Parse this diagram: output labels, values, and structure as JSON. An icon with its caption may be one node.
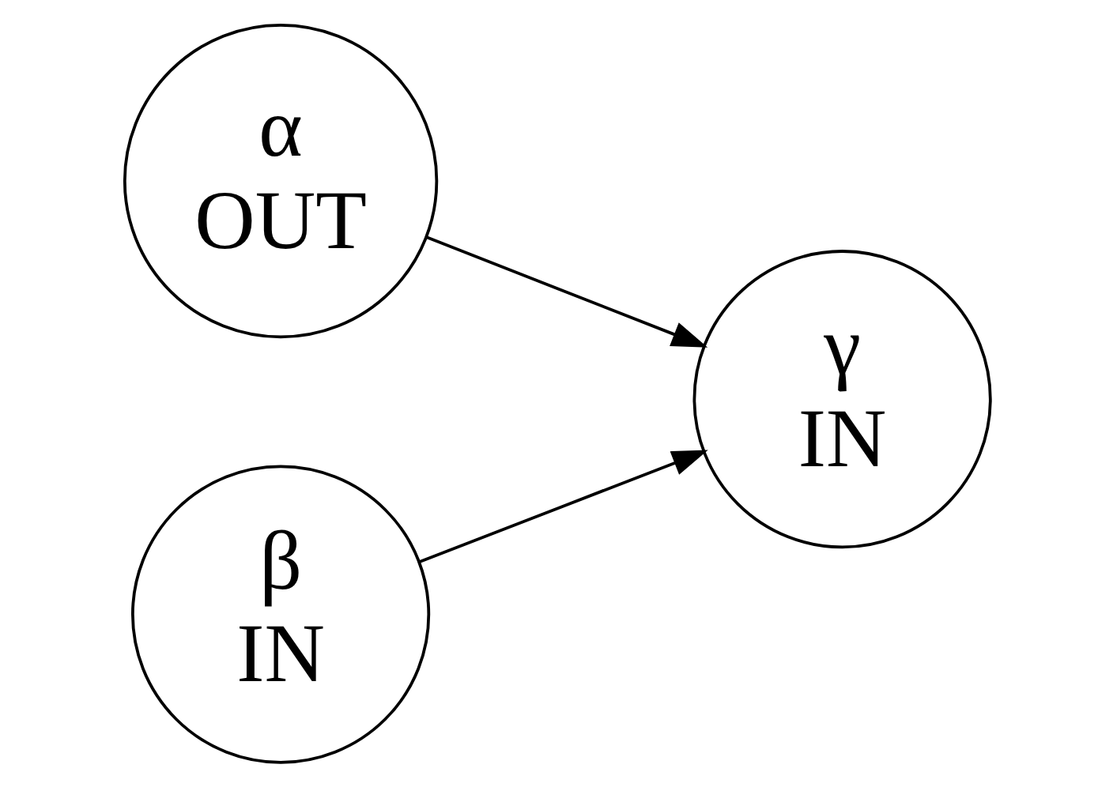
{
  "diagram": {
    "nodes": [
      {
        "text": [
          "α",
          "OUT"
        ]
      },
      {
        "text": [
          "β",
          "IN"
        ]
      },
      {
        "text": [
          "γ",
          "IN"
        ]
      }
    ],
    "edges": [
      {
        "from": 0,
        "to": 2,
        "arrow": "to"
      },
      {
        "from": 1,
        "to": 2,
        "arrow": "to"
      }
    ]
  }
}
